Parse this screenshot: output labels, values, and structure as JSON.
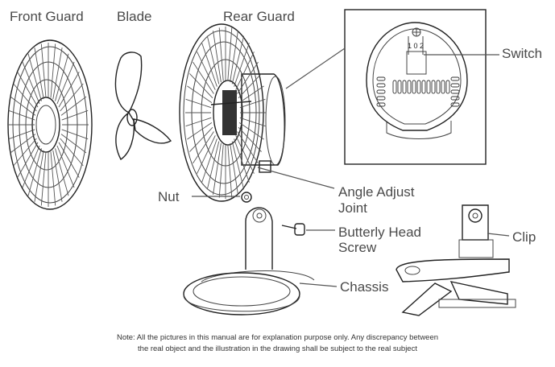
{
  "labels": {
    "front_guard": "Front Guard",
    "blade": "Blade",
    "rear_guard": "Rear Guard",
    "switch": "Switch",
    "switch_positions": "1 0 2",
    "nut": "Nut",
    "angle_adjust_joint_line1": "Angle Adjust",
    "angle_adjust_joint_line2": "Joint",
    "butterfly_screw_line1": "Butterly Head",
    "butterfly_screw_line2": "Screw",
    "clip": "Clip",
    "chassis": "Chassis"
  },
  "note": {
    "line1": "Note: All the pictures in this manual are for explanation purpose only. Any discrepancy between",
    "line2": "the real object and the illustration in the drawing shall be subject to the real subject"
  }
}
